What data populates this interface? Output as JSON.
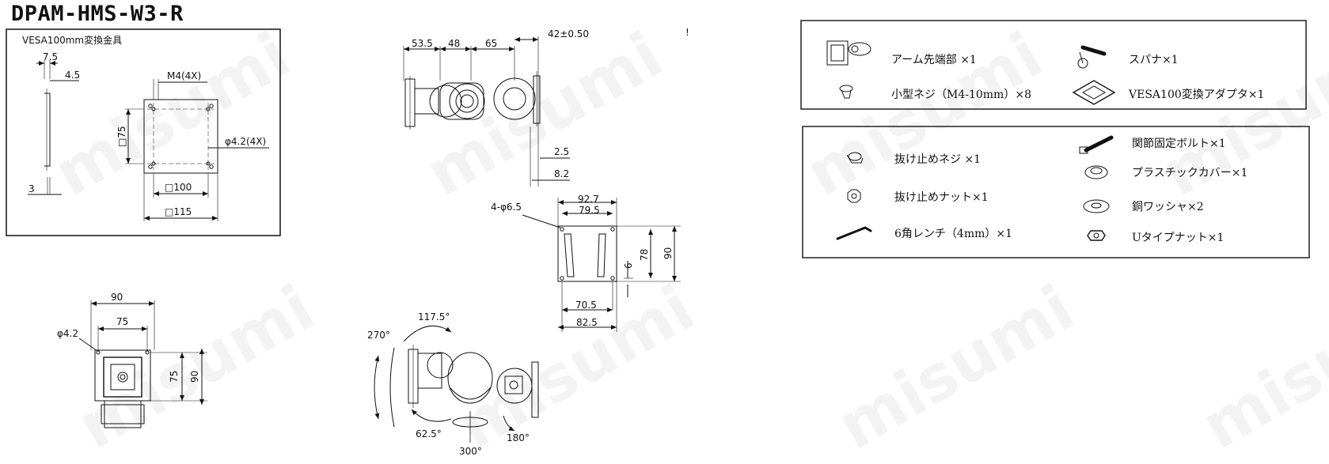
{
  "title": "DPAM-HMS-W3-R",
  "vesa_box": {
    "caption": "VESA100mm変換金具",
    "dims": {
      "d75a": "7.5",
      "d45": "4.5",
      "d3": "3",
      "m4": "M4(4X)",
      "sq75": "□75",
      "phi42": "φ4.2(4X)",
      "sq100": "□100",
      "sq115": "□115"
    }
  },
  "top_view": {
    "d535": "53.5",
    "d48": "48",
    "d65": "65",
    "d42": "42±0.50",
    "d25": "2.5",
    "d82": "8.2"
  },
  "end_view": {
    "holes": "4-φ6.5",
    "d927": "92.7",
    "d795": "79.5",
    "d78": "78",
    "d90": "90",
    "d6": "6",
    "d705": "70.5",
    "d825": "82.5"
  },
  "front_view": {
    "d90": "90",
    "d75": "75",
    "phi": "φ4.2",
    "v75": "75",
    "v90": "90"
  },
  "rotation": {
    "a1175": "117.5°",
    "a270": "270°",
    "a625": "62.5°",
    "a300": "300°",
    "a180": "180°"
  },
  "parts_box1": [
    {
      "label": "アーム先端部 ×1",
      "icon": "arm-tip-icon"
    },
    {
      "label": "スパナ×1",
      "icon": "spanner-icon"
    },
    {
      "label": "小型ネジ（M4-10mm）×8",
      "icon": "small-screw-icon"
    },
    {
      "label": "VESA100変換アダプタ×1",
      "icon": "vesa-adapter-icon"
    }
  ],
  "parts_box2": [
    {
      "label": "抜け止めネジ ×1",
      "icon": "retaining-screw-icon"
    },
    {
      "label": "抜け止めナット×1",
      "icon": "retaining-nut-icon"
    },
    {
      "label": "6角レンチ（4mm）×1",
      "icon": "hex-wrench-icon"
    },
    {
      "label": "関節固定ボルト×1",
      "icon": "joint-bolt-icon"
    },
    {
      "label": "プラスチックカバー×1",
      "icon": "plastic-cover-icon"
    },
    {
      "label": "銅ワッシャ×2",
      "icon": "copper-washer-icon"
    },
    {
      "label": "Uタイプナット×1",
      "icon": "u-nut-icon"
    }
  ],
  "watermark": "misumi",
  "mark": "!"
}
